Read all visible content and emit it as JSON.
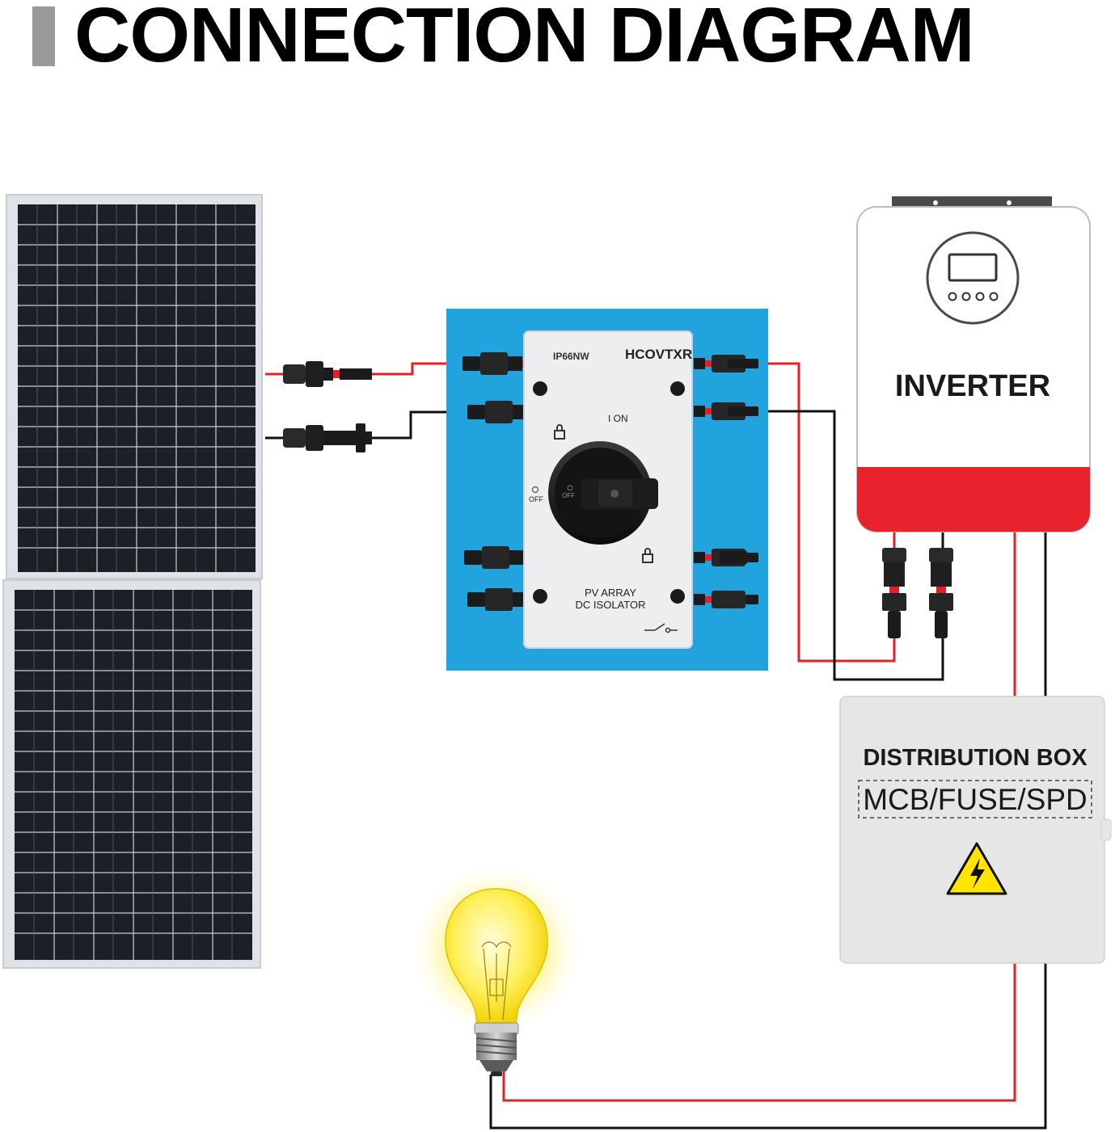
{
  "title": "CONNECTION DIAGRAM",
  "isolator": {
    "brand": "HCOVTXR",
    "rating": "IP66NW",
    "on_label": "I ON",
    "off_label": "OFF",
    "off_label_dial": "OFF",
    "name_line1": "PV ARRAY",
    "name_line2": "DC ISOLATOR"
  },
  "inverter": {
    "label": "INVERTER"
  },
  "distribution_box": {
    "title": "DISTRIBUTION BOX",
    "subtitle": "MCB/FUSE/SPD"
  },
  "colors": {
    "positive_wire": "#e32028",
    "negative_wire": "#111111",
    "isolator_backdrop": "#21a3de",
    "inverter_band": "#e8232d",
    "panel_cell": "#1c1f25",
    "distribution_box": "#e6e6e6",
    "warning_yellow": "#ffe400"
  },
  "icons": {
    "lock": "lock-icon",
    "hazard": "high-voltage-warning-icon",
    "bulb": "light-bulb-icon"
  }
}
